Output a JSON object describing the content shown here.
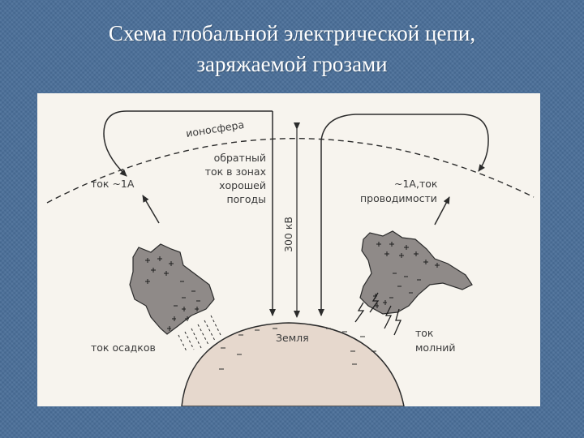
{
  "slide": {
    "title_line1": "Схема глобальной электрической цепи,",
    "title_line2": "заряжаемой грозами"
  },
  "diagram": {
    "ionosphere": "ионосфера",
    "return_current": [
      "обратный",
      "ток в зонах",
      "хорошей",
      "погоды"
    ],
    "current_left": "ток ~1А",
    "current_right": [
      "~1А,ток",
      "проводимости"
    ],
    "voltage": "300 кВ",
    "earth": "Земля",
    "precipitation_current": "ток осадков",
    "lightning_current": [
      "ток",
      "молний"
    ]
  }
}
